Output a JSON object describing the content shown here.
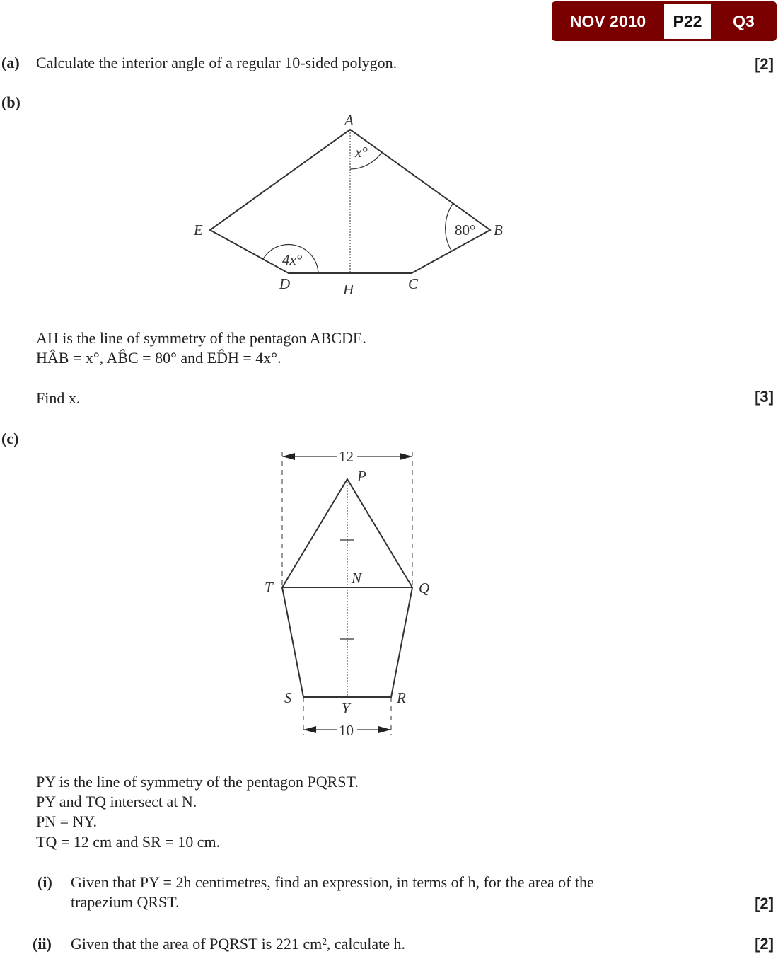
{
  "badge": {
    "session": "NOV 2010",
    "paper": "P22",
    "question": "Q3"
  },
  "part_a": {
    "label": "(a)",
    "text": "Calculate the interior angle of a regular 10-sided polygon.",
    "marks": "[2]"
  },
  "part_b": {
    "label": "(b)",
    "diagram": {
      "A": "A",
      "B": "B",
      "C": "C",
      "D": "D",
      "E": "E",
      "H": "H",
      "angle_A": "x°",
      "angle_B": "80°",
      "angle_D": "4x°"
    },
    "line1": "AH is the line of symmetry of the pentagon ABCDE.",
    "line2": "HÂB = x°, AB̂C = 80° and ED̂H = 4x°.",
    "find": "Find x.",
    "marks": "[3]"
  },
  "part_c": {
    "label": "(c)",
    "diagram": {
      "P": "P",
      "Q": "Q",
      "R": "R",
      "S": "S",
      "T": "T",
      "N": "N",
      "Y": "Y",
      "top_width": "12",
      "bottom_width": "10"
    },
    "lines": [
      "PY is the line of symmetry of the pentagon PQRST.",
      "PY and TQ intersect at N.",
      "PN = NY.",
      "TQ = 12 cm and SR = 10 cm."
    ],
    "i": {
      "label": "(i)",
      "line1": "Given that PY = 2h centimetres, find an expression, in terms of h, for the area of the",
      "line2": "trapezium QRST.",
      "marks": "[2]"
    },
    "ii": {
      "label": "(ii)",
      "text": "Given that the area of PQRST is 221 cm², calculate h.",
      "marks": "[2]"
    }
  }
}
